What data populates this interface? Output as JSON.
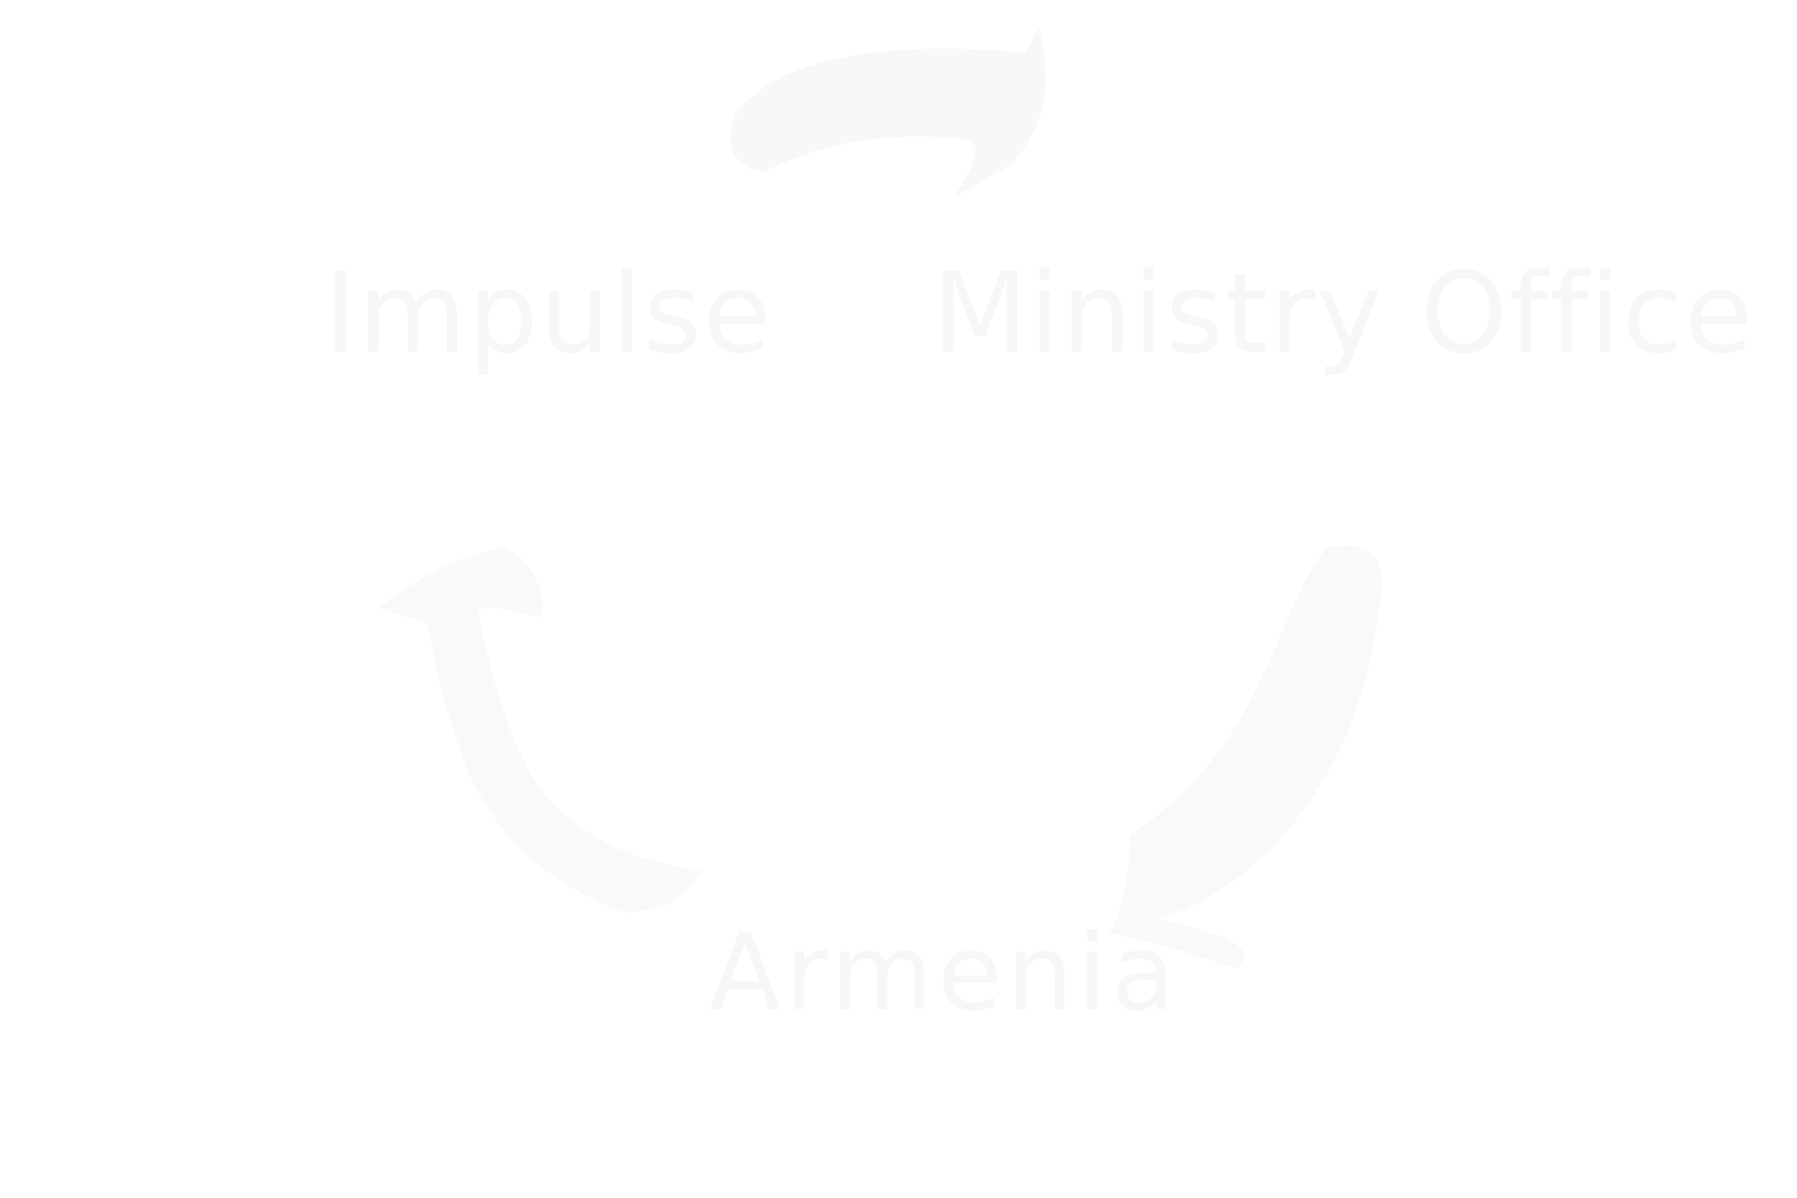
{
  "logo": {
    "word_left": "Impulse",
    "word_right": "Ministry Office",
    "word_bottom": "Armenia",
    "ink_color": "#f7f7f7",
    "background_color": "#ffffff"
  }
}
